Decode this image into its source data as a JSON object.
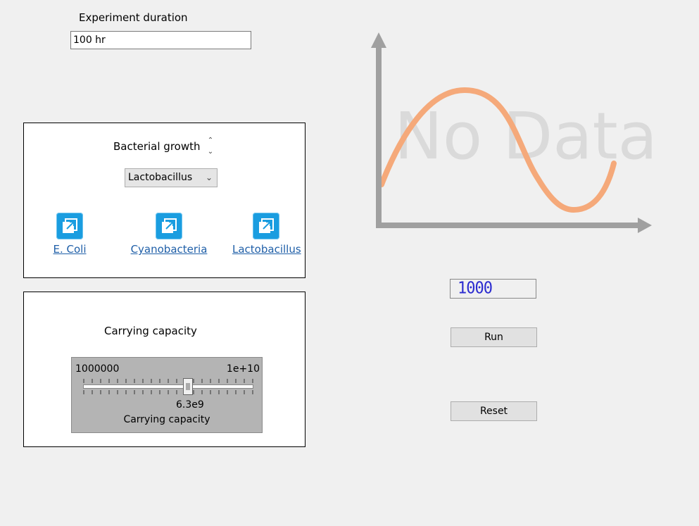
{
  "duration": {
    "label": "Experiment duration",
    "value": "100 hr"
  },
  "growth": {
    "title": "Bacterial growth",
    "selected": "Lactobacillus",
    "links": [
      {
        "label": "E. Coli",
        "icon": "external-link-icon"
      },
      {
        "label": "Cyanobacteria",
        "icon": "external-link-icon"
      },
      {
        "label": "Lactobacillus",
        "icon": "external-link-icon"
      }
    ]
  },
  "capacity": {
    "title": "Carrying capacity",
    "slider": {
      "min_label": "1000000",
      "max_label": "1e+10",
      "value_label": "6.3e9",
      "caption": "Carrying capacity"
    }
  },
  "chart": {
    "placeholder": "No Data",
    "curve_color": "#f5a97a",
    "axis_color": "#a0a0a0"
  },
  "display": {
    "value": "1000"
  },
  "buttons": {
    "run": "Run",
    "reset": "Reset"
  }
}
